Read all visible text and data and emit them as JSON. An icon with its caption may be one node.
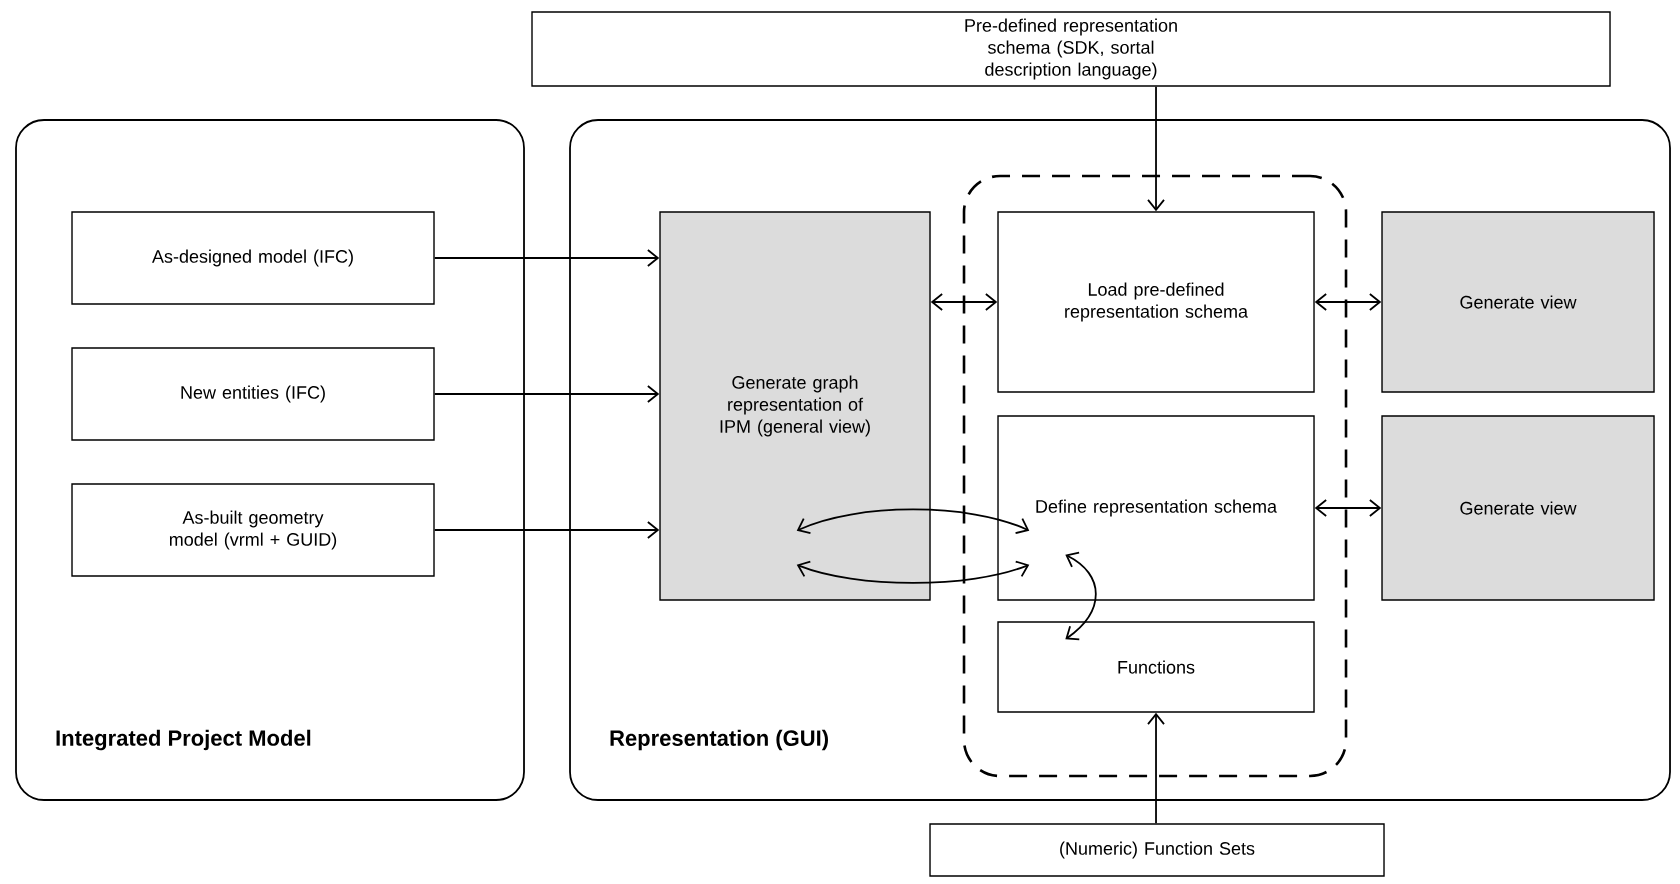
{
  "diagram": {
    "nodes": [
      {
        "text": [
          "Integrated Project Model"
        ]
      },
      {
        "text": [
          "As-designed model (IFC)"
        ],
        "in": 0
      },
      {
        "text": [
          "New entities (IFC)"
        ],
        "in": 0
      },
      {
        "text": [
          "As-built geometry model (vrml + GUID)"
        ],
        "in": 0
      },
      {
        "text": [
          "Representation (GUI)"
        ]
      },
      {
        "text": [
          "Generate graph representation of IPM (general view)"
        ],
        "in": 4
      },
      {
        "text": [],
        "shape": "box",
        "in": 4
      },
      {
        "text": [
          "Load pre-defined representation schema"
        ],
        "in": 6
      },
      {
        "text": [
          "Define representation schema"
        ],
        "in": 6
      },
      {
        "text": [
          "Functions"
        ],
        "in": 6
      },
      {
        "text": [
          "Generate view"
        ],
        "in": 4
      },
      {
        "text": [
          "Generate view"
        ],
        "in": 4
      },
      {
        "text": [
          "Pre-defined representation schema (SDK, sortal description language)"
        ]
      },
      {
        "text": [
          "(Numeric) Function Sets"
        ]
      }
    ],
    "edges": [
      {
        "from": 1,
        "to": 5,
        "arrow": "to"
      },
      {
        "from": 2,
        "to": 5,
        "arrow": "to"
      },
      {
        "from": 3,
        "to": 5,
        "arrow": "to"
      },
      {
        "from": 12,
        "to": 7,
        "arrow": "to"
      },
      {
        "from": 5,
        "to": 7,
        "arrow": "both"
      },
      {
        "from": 7,
        "to": 10,
        "arrow": "both"
      },
      {
        "from": 8,
        "to": 11,
        "arrow": "both"
      },
      {
        "from": 5,
        "to": 8,
        "arrow": "both"
      },
      {
        "from": 5,
        "to": 8,
        "arrow": "both"
      },
      {
        "from": 8,
        "to": 9,
        "arrow": "both"
      },
      {
        "from": 13,
        "to": 9,
        "arrow": "to"
      }
    ]
  }
}
